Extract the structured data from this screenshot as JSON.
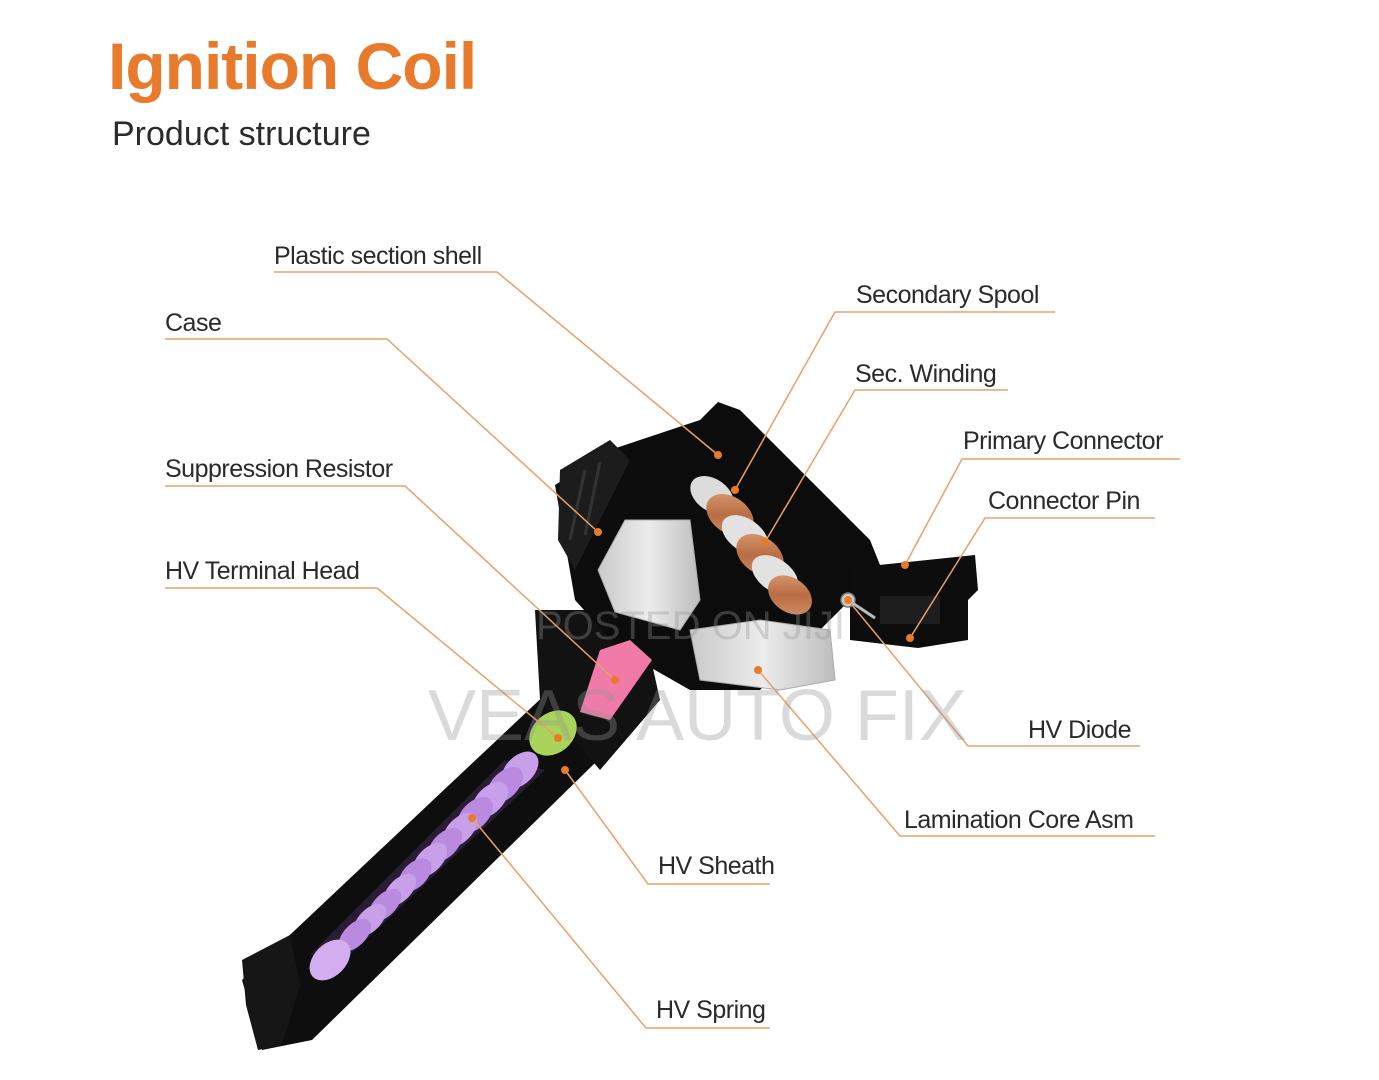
{
  "header": {
    "title": "Ignition Coil",
    "subtitle": "Product structure"
  },
  "labels": {
    "plastic_section_shell": "Plastic section shell",
    "case": "Case",
    "suppression_resistor": "Suppression Resistor",
    "hv_terminal_head": "HV Terminal Head",
    "secondary_spool": "Secondary Spool",
    "sec_winding": "Sec. Winding",
    "primary_connector": "Primary Connector",
    "connector_pin": "Connector Pin",
    "hv_diode": "HV Diode",
    "lamination_core_asm": "Lamination Core Asm",
    "hv_sheath": "HV Sheath",
    "hv_spring": "HV Spring"
  },
  "watermark": {
    "line1": "POSTED ON JIJI",
    "line2": "VEAS AUTO FIX"
  },
  "colors": {
    "accent": "#e87a2c",
    "leader": "#e8a06a",
    "body": "#111111",
    "spring": "#b88ae0",
    "resistor": "#f07aa8",
    "terminal": "#a9d35a",
    "copper": "#c8845a",
    "spool": "#d9d9d9"
  }
}
